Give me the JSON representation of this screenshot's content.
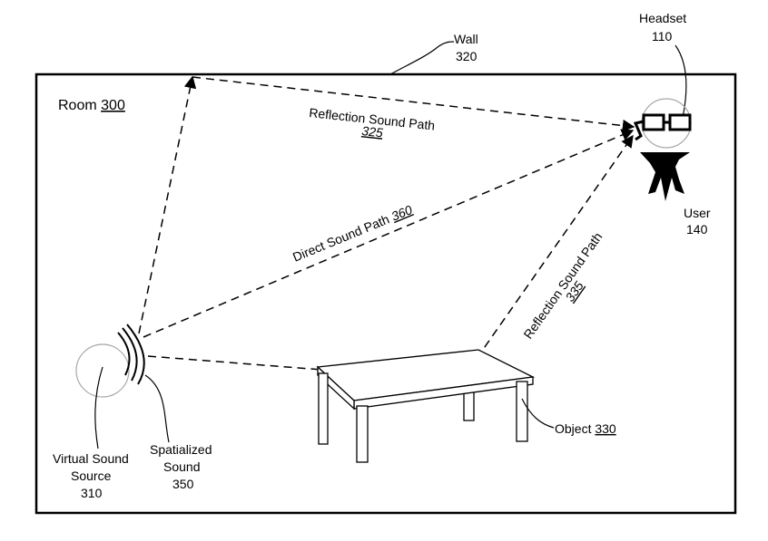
{
  "room": {
    "label": "Room",
    "ref": "300"
  },
  "wall": {
    "label": "Wall",
    "ref": "320"
  },
  "headset": {
    "label": "Headset",
    "ref": "110"
  },
  "user": {
    "label": "User",
    "ref": "140"
  },
  "paths": {
    "reflection_wall": {
      "label": "Reflection Sound Path",
      "ref": "325"
    },
    "direct": {
      "label": "Direct Sound Path",
      "ref": "360"
    },
    "reflection_object": {
      "label": "Reflection Sound Path",
      "ref": "335"
    }
  },
  "virtual_source": {
    "line1": "Virtual Sound",
    "line2": "Source",
    "ref": "310"
  },
  "spatialized": {
    "line1": "Spatialized",
    "line2": "Sound",
    "ref": "350"
  },
  "object": {
    "label": "Object",
    "ref": "330"
  }
}
